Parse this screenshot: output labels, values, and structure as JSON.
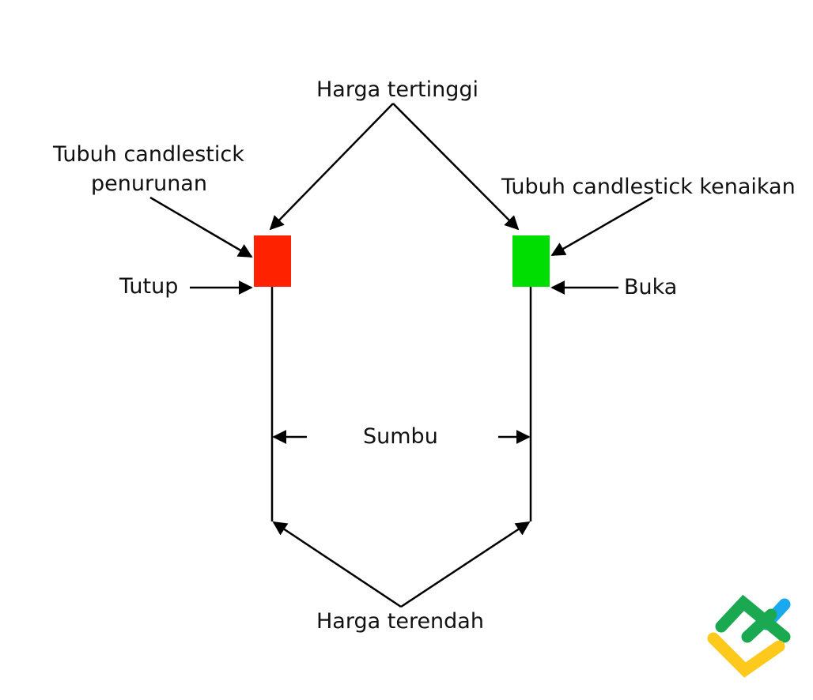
{
  "labels": {
    "high": "Harga tertinggi",
    "bear_body_line1": "Tubuh candlestick",
    "bear_body_line2": "penurunan",
    "bull_body": "Tubuh candlestick kenaikan",
    "close": "Tutup",
    "open": "Buka",
    "wick": "Sumbu",
    "low": "Harga terendah"
  },
  "colors": {
    "bearish": "#ff2200",
    "bullish": "#00dd00",
    "line": "#000000",
    "logo_green": "#1aa850",
    "logo_blue": "#1aa9ee",
    "logo_yellow": "#fcc91c"
  },
  "logo": {
    "icon": "brand-logo-icon"
  }
}
